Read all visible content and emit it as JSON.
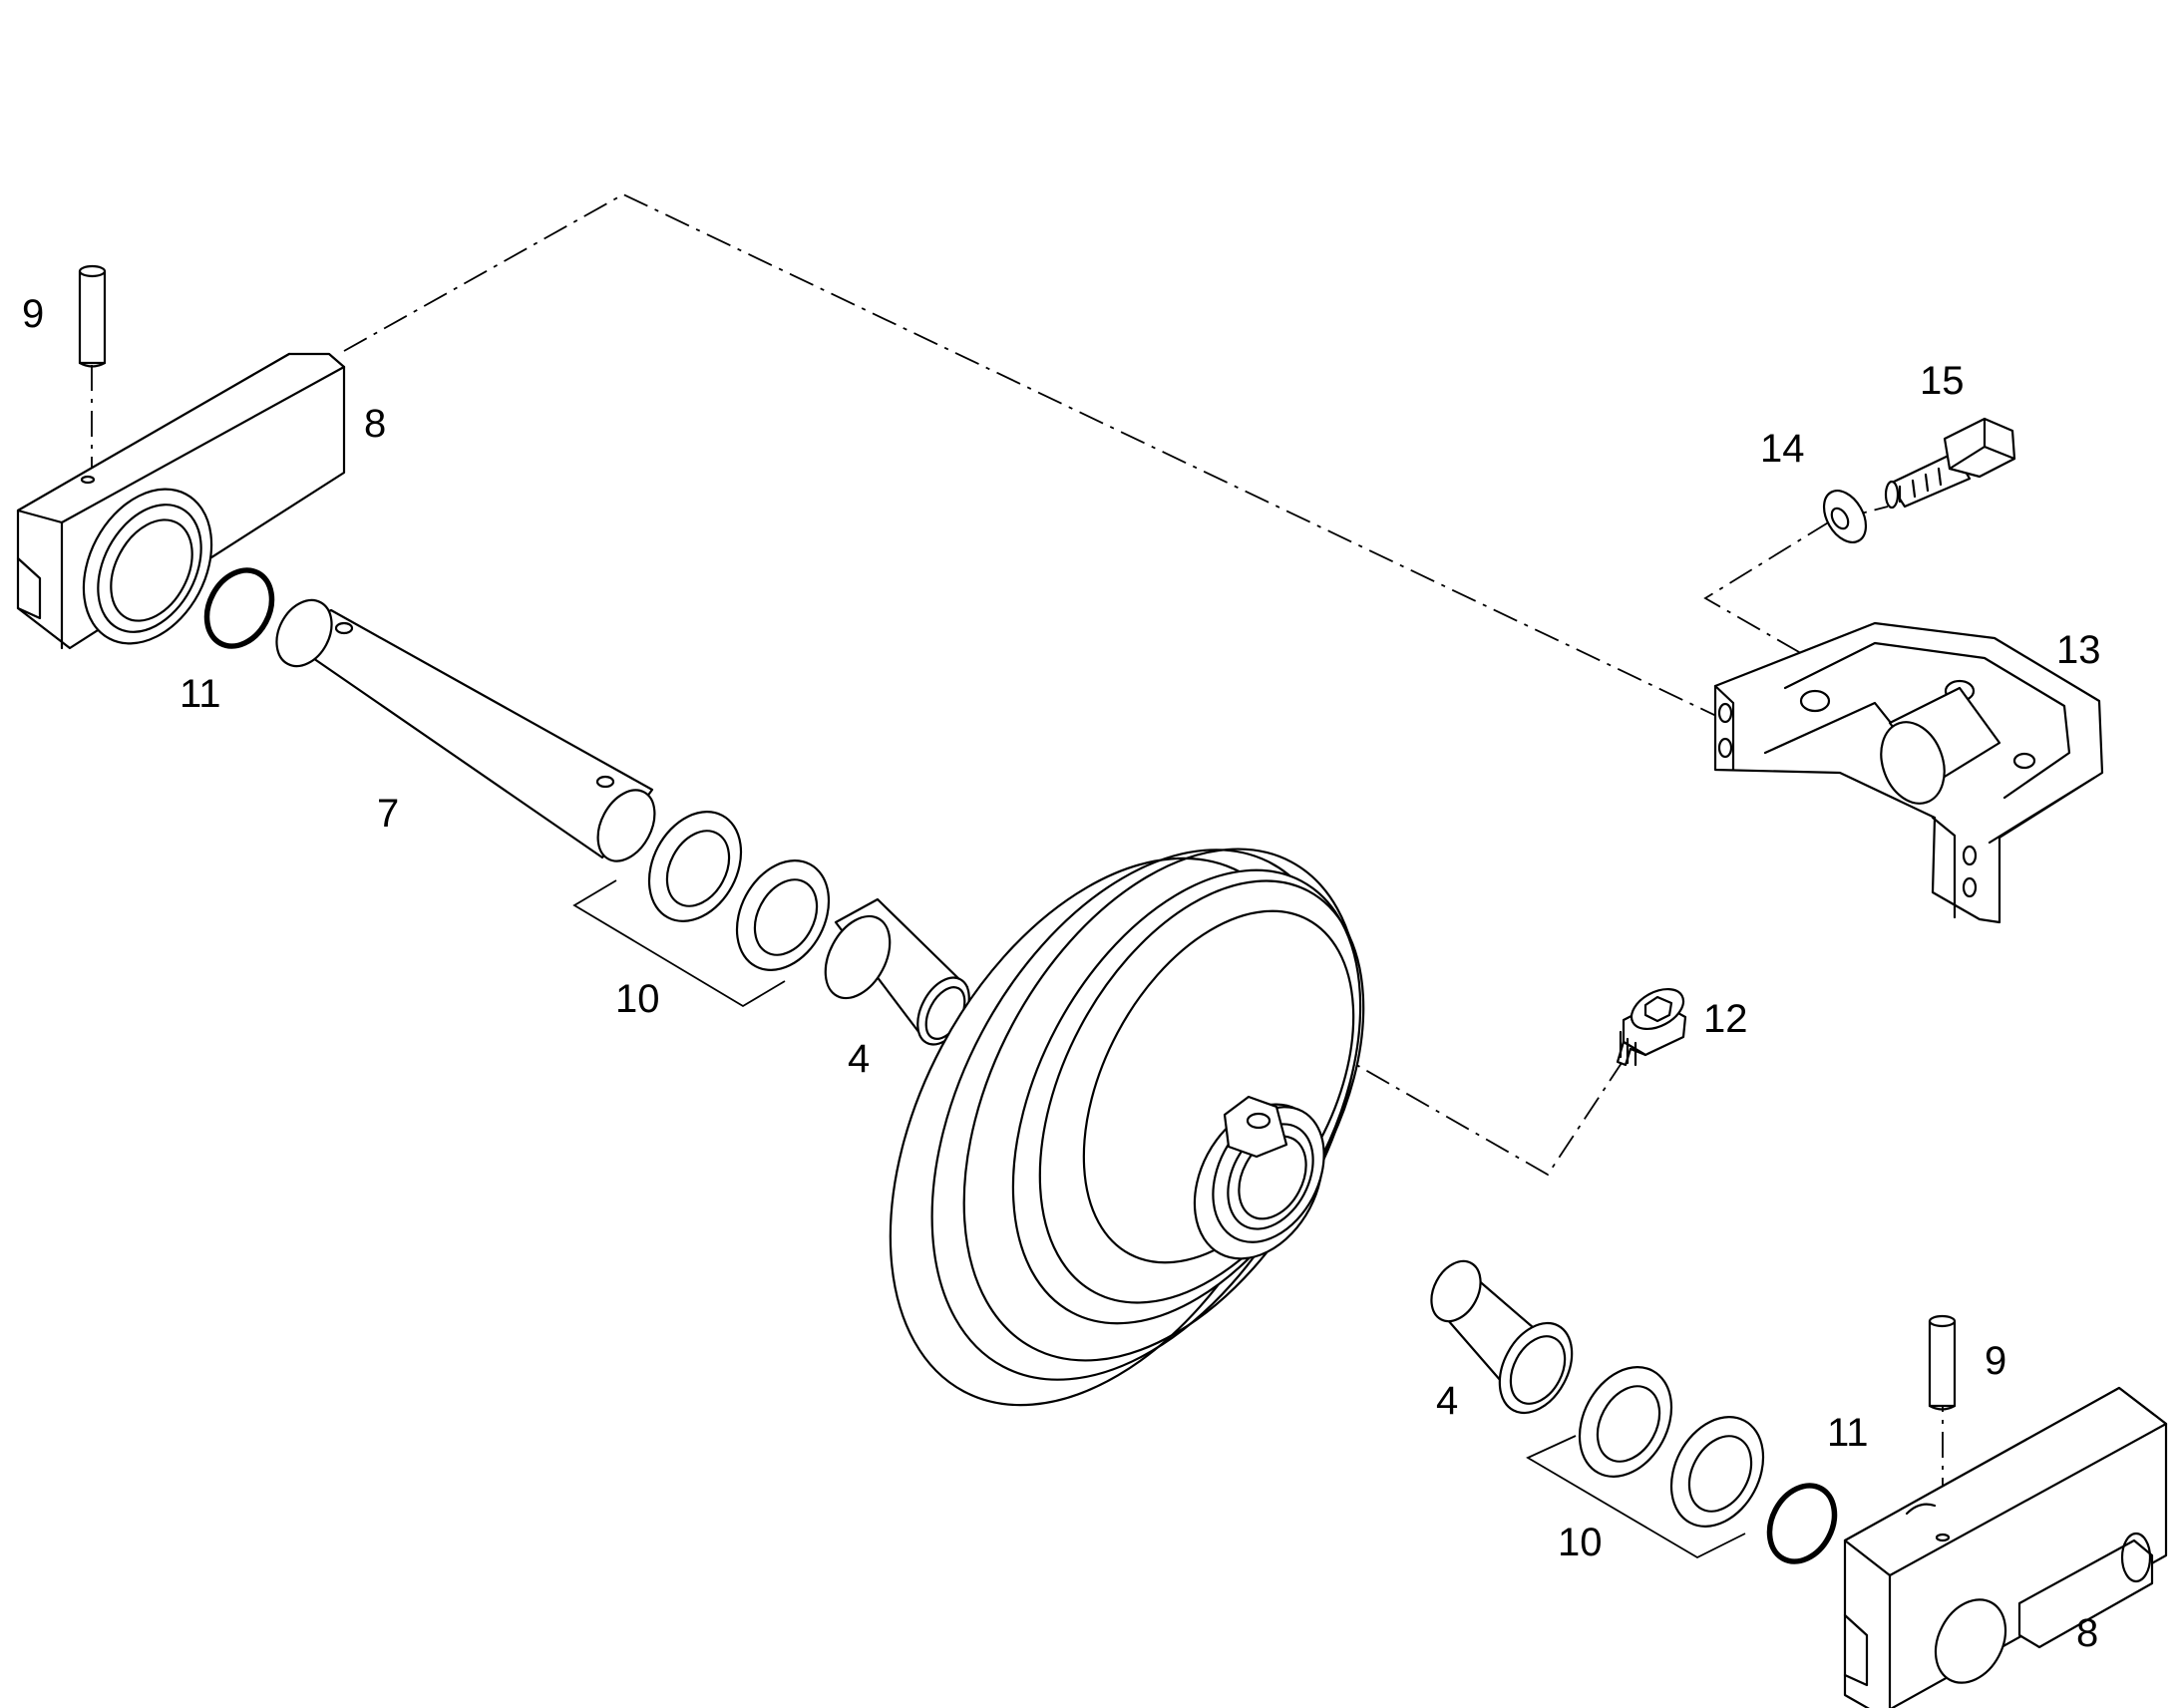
{
  "callouts": {
    "pin_top_left": "9",
    "block_left": "8",
    "oring_left": "11",
    "shaft": "7",
    "seal_group_left": "10",
    "bushing_left": "4",
    "plug_screw": "12",
    "washer": "14",
    "bolt": "15",
    "bracket": "13",
    "bushing_right": "4",
    "pin_bottom_right": "9",
    "oring_right": "11",
    "seal_group_right": "10",
    "block_right": "8"
  }
}
